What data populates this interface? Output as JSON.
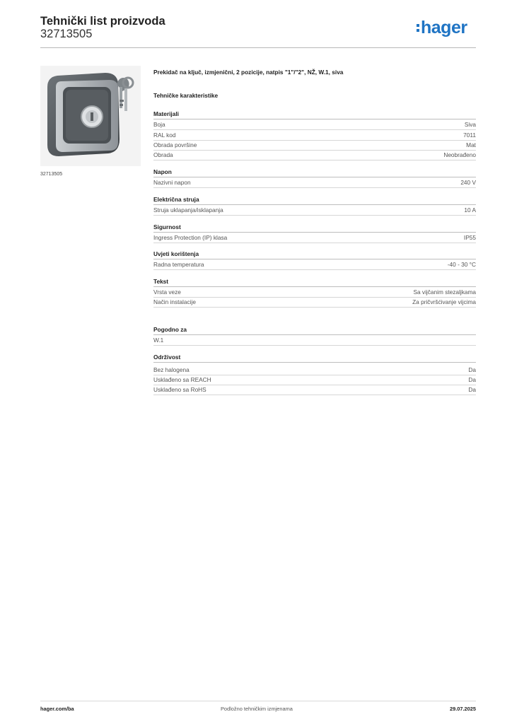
{
  "header": {
    "title": "Tehnički list proizvoda",
    "code": "32713505",
    "logo_text": "hager",
    "brand_color": "#1f74c4"
  },
  "product": {
    "image_caption": "32713505",
    "title": "Prekidač na ključ, izmjenični, 2 pozicije, natpis \"1\"/\"2\", NŽ, W.1, siva"
  },
  "section_title": "Tehničke karakteristike",
  "groups": [
    {
      "title": "Materijali",
      "rows": [
        {
          "k": "Boja",
          "v": "Siva"
        },
        {
          "k": "RAL kod",
          "v": "7011"
        },
        {
          "k": "Obrada površine",
          "v": "Mat"
        },
        {
          "k": "Obrada",
          "v": "Neobrađeno"
        }
      ]
    },
    {
      "title": "Napon",
      "rows": [
        {
          "k": "Nazivni napon",
          "v": "240 V"
        }
      ]
    },
    {
      "title": "Električna struja",
      "rows": [
        {
          "k": "Struja uklapanja/isklapanja",
          "v": "10 A"
        }
      ]
    },
    {
      "title": "Sigurnost",
      "rows": [
        {
          "k": "Ingress Protection (IP) klasa",
          "v": "IP55"
        }
      ]
    },
    {
      "title": "Uvjeti korištenja",
      "rows": [
        {
          "k": "Radna temperatura",
          "v": "-40 - 30 °C"
        }
      ]
    },
    {
      "title": "Tekst",
      "rows": [
        {
          "k": "Vrsta veze",
          "v": "Sa vijčanim stezaljkama"
        },
        {
          "k": "Način instalacije",
          "v": "Za pričvršćivanje vijcima"
        }
      ]
    },
    {
      "title": "Pogodno za",
      "rows": [
        {
          "k": "W.1",
          "v": ""
        }
      ]
    },
    {
      "title": "Održivost",
      "rows": [
        {
          "k": "Bez halogena",
          "v": "Da"
        },
        {
          "k": "Usklađeno sa REACH",
          "v": "Da"
        },
        {
          "k": "Usklađeno sa RoHS",
          "v": "Da"
        }
      ]
    }
  ],
  "footer": {
    "website": "hager.com/ba",
    "note": "Podložno tehničkim izmjenama",
    "date": "29.07.2025"
  }
}
